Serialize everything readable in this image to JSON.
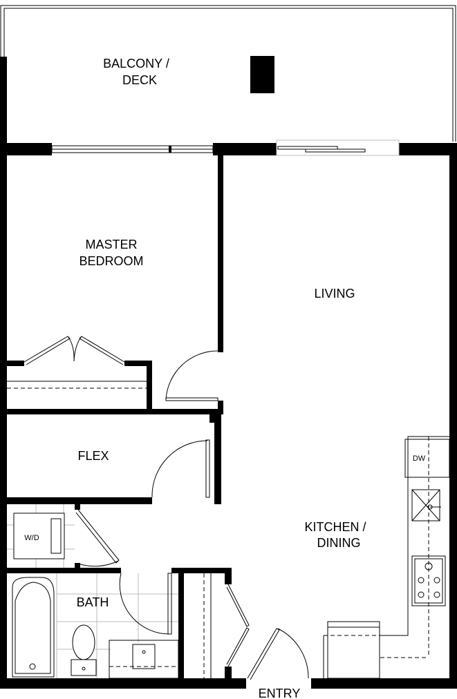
{
  "plan": {
    "rooms": {
      "balcony": [
        "BALCONY /",
        "DECK"
      ],
      "bedroom": [
        "MASTER",
        "BEDROOM"
      ],
      "living": "LIVING",
      "flex": "FLEX",
      "laundry": "W/D",
      "bath": "BATH",
      "kitchen": [
        "KITCHEN /",
        "DINING"
      ],
      "dishwasher": "DW",
      "entry": "ENTRY"
    },
    "colors": {
      "wall": "#000000",
      "background": "#ffffff",
      "tile": "#bbbbbb"
    }
  }
}
